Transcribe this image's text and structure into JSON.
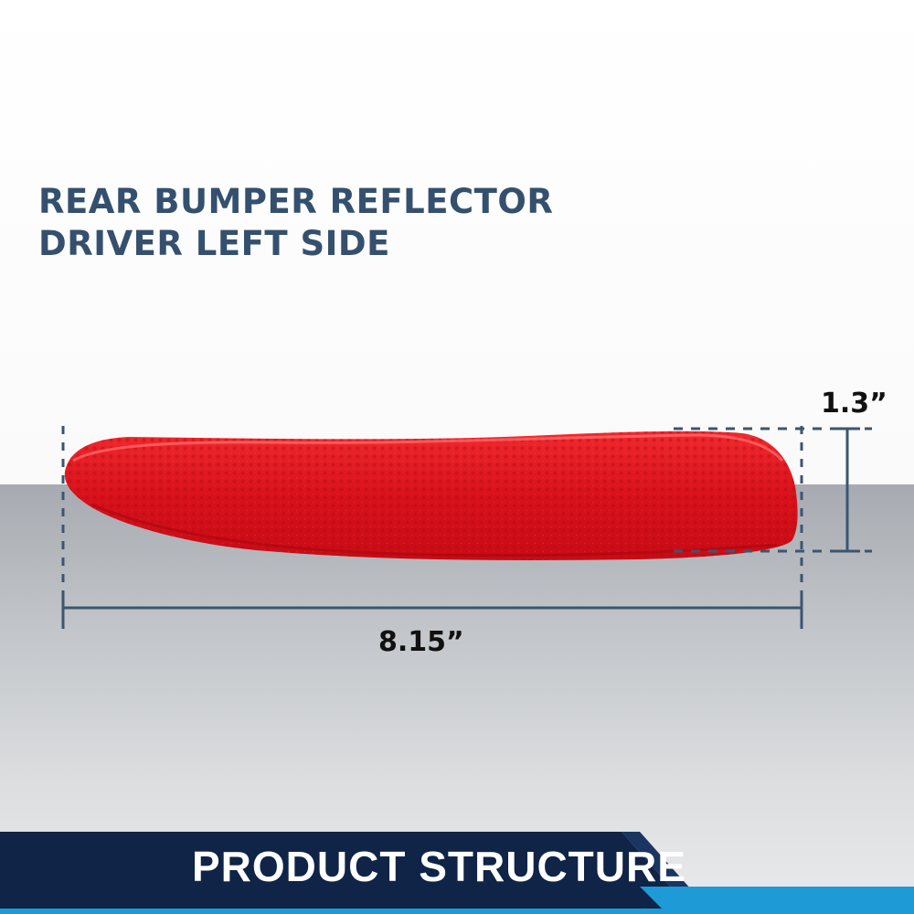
{
  "title": {
    "line1": "REAR BUMPER REFLECTOR",
    "line2": "DRIVER LEFT SIDE"
  },
  "dimensions": {
    "height": "1.3”",
    "width": "8.15”"
  },
  "footer": {
    "label": "PRODUCT STRUCTURE"
  },
  "colors": {
    "title": "#34506e",
    "reflector": "#d8111b",
    "dimension_lines": "#3c5570",
    "footer_dark": "#0f2446",
    "footer_accent": "#1e9bd6"
  }
}
